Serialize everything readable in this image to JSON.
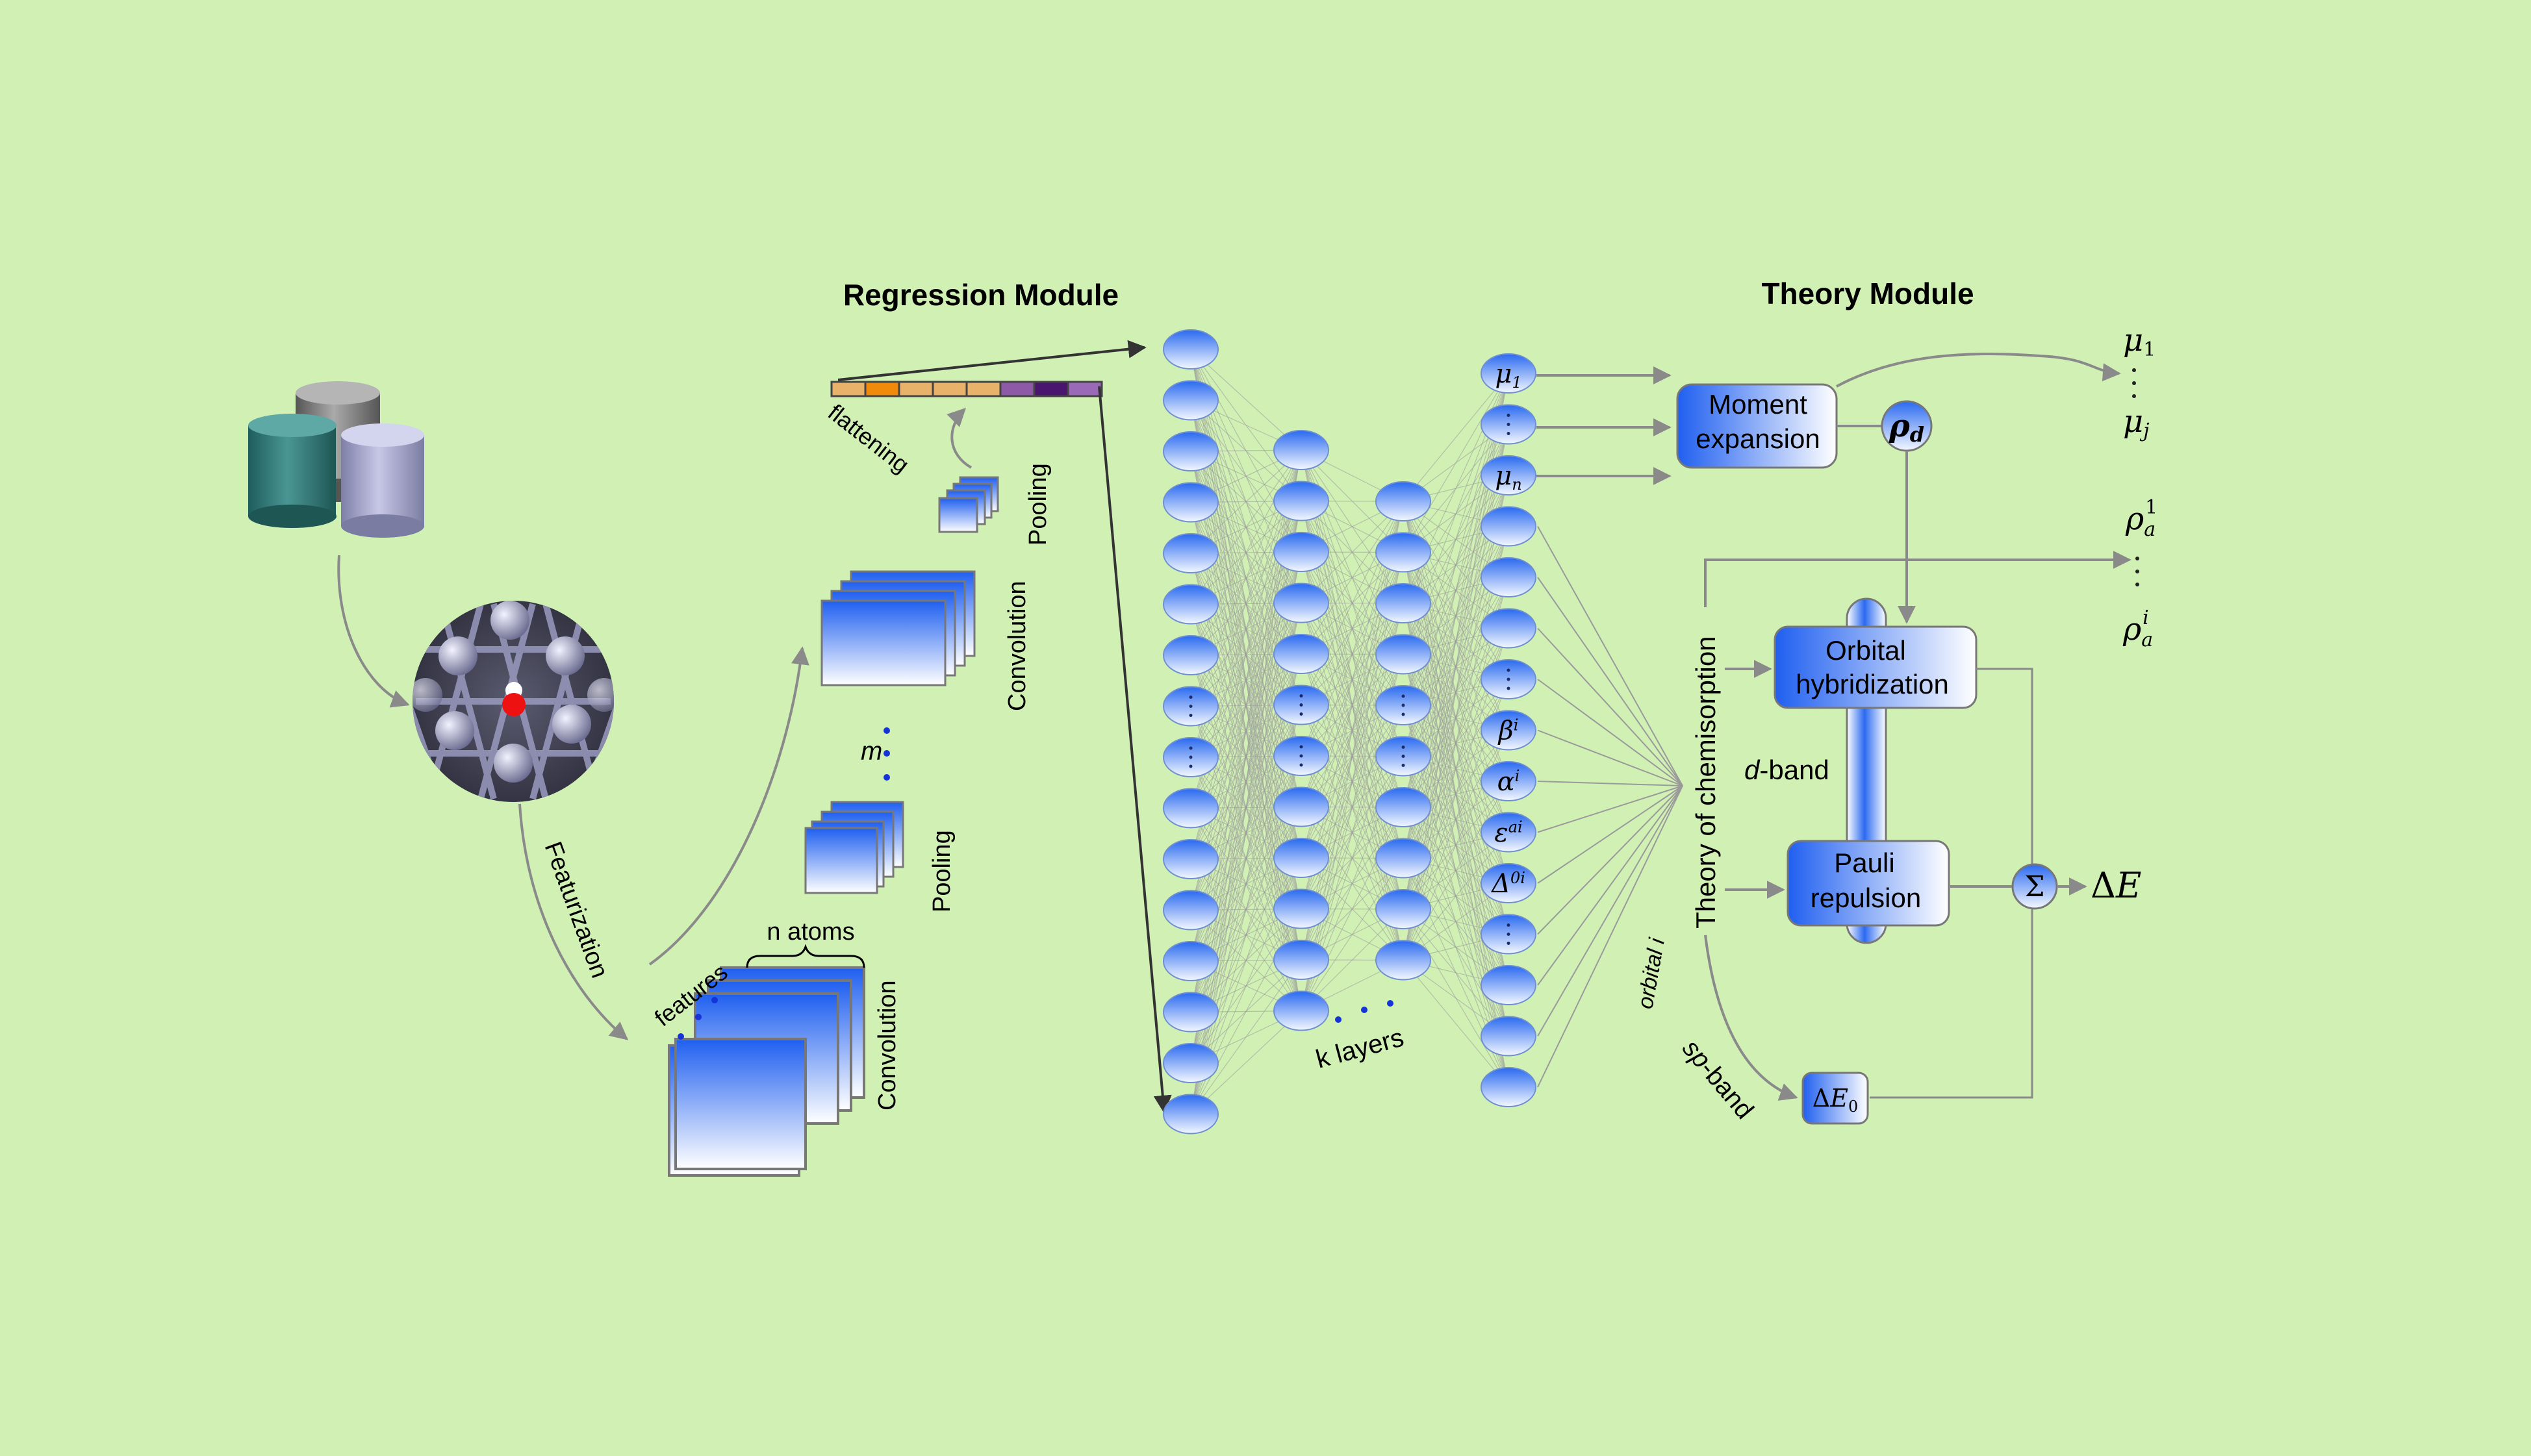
{
  "titles": {
    "regression": "Regression Module",
    "theory": "Theory Module"
  },
  "labels": {
    "featurization": "Featurization",
    "features": "features",
    "n_atoms": "n atoms",
    "convolution": "Convolution",
    "pooling": "Pooling",
    "m": "m",
    "flattening": "flattening",
    "k_layers": "k layers",
    "orbital_i": "orbital i",
    "theory_of_chemisorption": "Theory of chemisorption",
    "d_band": "d-band",
    "sp_band": "sp-band"
  },
  "nn_outputs": [
    "μ1",
    "⋮",
    "μn",
    "",
    "",
    "",
    "⋮",
    "βi",
    "αi",
    "εai",
    "Δ0i",
    "⋮",
    "",
    "",
    ""
  ],
  "boxes": {
    "moment_expansion": [
      "Moment",
      "expansion"
    ],
    "orbital_hybridization": [
      "Orbital",
      "hybridization"
    ],
    "pauli_repulsion": [
      "Pauli",
      "repulsion"
    ],
    "delta_e0": "ΔE0",
    "rho_d": "ρd",
    "sigma": "Σ"
  },
  "outputs": {
    "mu_top": "μ1",
    "mu_bottom": "μj",
    "rho_top": "ρa1",
    "rho_bottom": "ρai",
    "delta_e": "ΔE"
  },
  "colors": {
    "background": "#d0f0b4",
    "node_dark": "#2a6af0",
    "node_light": "#ffffff",
    "arrow": "#8a8a8a"
  }
}
